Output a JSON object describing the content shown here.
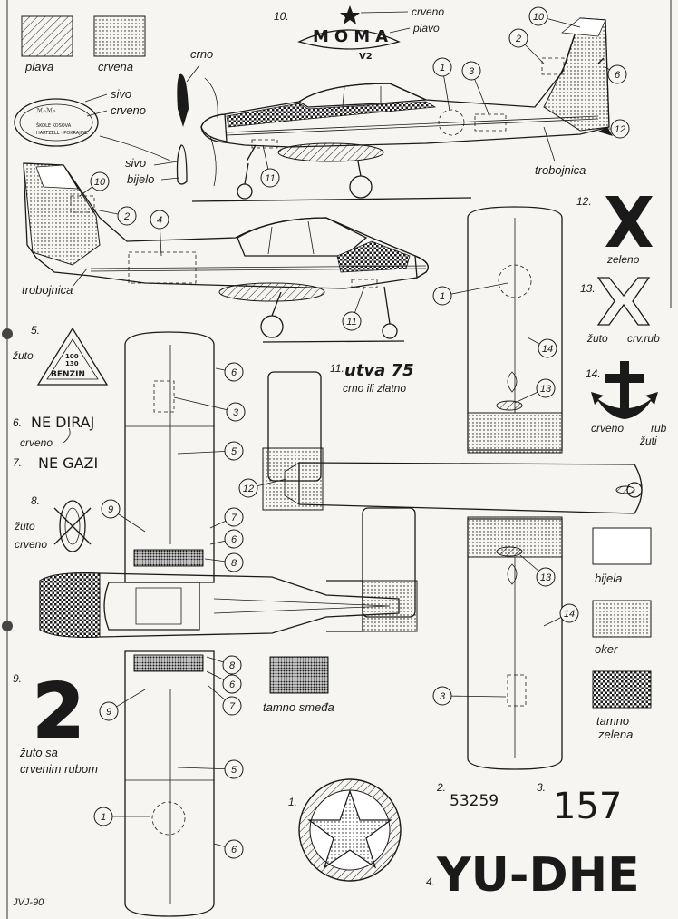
{
  "legend": {
    "plava": "plava",
    "crvena": "crvena",
    "bijela": "bijela",
    "oker": "oker",
    "tamno_zelena_1": "tamno",
    "tamno_zelena_2": "zelena",
    "tamno_smeda": "tamno smeđa"
  },
  "labels": {
    "crno": "crno",
    "sivo": "sivo",
    "crveno": "crveno",
    "sivo2": "sivo",
    "bijelo": "bijelo",
    "trobojnica": "trobojnica",
    "trobojnica2": "trobojnica"
  },
  "marking10": {
    "num": "10.",
    "crveno": "crveno",
    "plavo": "plavo",
    "logo": "MOMA",
    "sub": "V2"
  },
  "marking5": {
    "num": "5.",
    "color": "žuto",
    "top": "100",
    "mid": "130",
    "bottom": "BENZIN"
  },
  "marking6": {
    "num": "6.",
    "text": "NE DIRAJ",
    "color": "crveno"
  },
  "marking7": {
    "num": "7.",
    "text": "NE GAZI"
  },
  "marking8": {
    "num": "8.",
    "c1": "žuto",
    "c2": "crveno"
  },
  "marking9": {
    "num": "9.",
    "glyph": "2",
    "desc1": "žuto sa",
    "desc2": "crvenim rubom"
  },
  "marking11": {
    "num": "11.",
    "logo": "utva 75",
    "desc": "crno ili zlatno"
  },
  "marking12": {
    "num": "12.",
    "color": "zeleno"
  },
  "marking13": {
    "num": "13.",
    "c1": "žuto",
    "c2": "crv.rub"
  },
  "marking14": {
    "num": "14.",
    "c1": "crveno",
    "c2": "rub",
    "c3": "žuti"
  },
  "marking1": {
    "num": "1."
  },
  "marking2": {
    "num": "2.",
    "serial": "53259"
  },
  "marking3": {
    "num": "3.",
    "code": "157"
  },
  "marking4": {
    "num": "4.",
    "reg": "YU-DHE"
  },
  "signature": "JVJ-90",
  "callouts": [
    "1",
    "2",
    "3",
    "4",
    "5",
    "6",
    "7",
    "8",
    "9",
    "10",
    "11",
    "12",
    "13",
    "14"
  ]
}
